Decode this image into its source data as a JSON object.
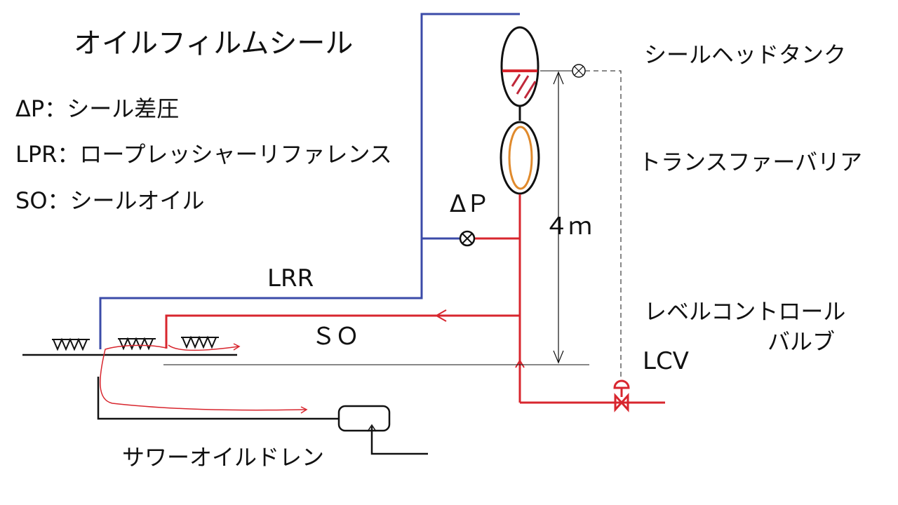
{
  "title": "オイルフィルムシール",
  "legend": [
    "ΔP：シール差圧",
    "LPR：ロープレッシャーリファレンス",
    "SO：シールオイル"
  ],
  "labels": {
    "seal_head_tank": "シールヘッドタンク",
    "transfer_barrier": "トランスファーバリア",
    "level_control_valve_line1": "レベルコントロール",
    "level_control_valve_line2": "バルブ",
    "lcv": "LCV",
    "delta_p": "ΔＰ",
    "height": "４ｍ",
    "lrr": "LRR",
    "so": "ＳＯ",
    "sour_oil_drain": "サワーオイルドレン"
  },
  "colors": {
    "blue_line": "#3b4ba8",
    "red_line": "#d8262e",
    "orange_barrier": "#e08a2c",
    "black": "#111111"
  }
}
